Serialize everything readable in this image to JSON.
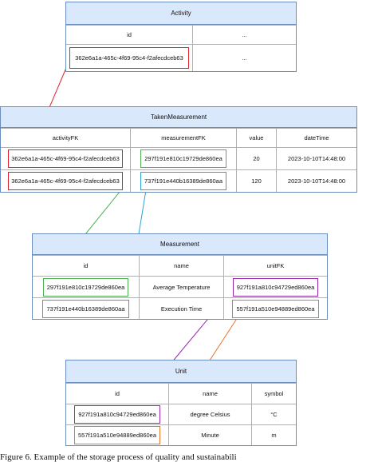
{
  "colors": {
    "header_fill": "#dae8fc",
    "header_border": "#6c8ebf",
    "link_red": "#e0242b",
    "link_green": "#4caf50",
    "link_blue": "#29a3d8",
    "link_purple": "#9b27b0",
    "link_orange": "#e8742a"
  },
  "activity": {
    "title": "Activity",
    "headers": [
      "id",
      "..."
    ],
    "rows": [
      [
        "362e6a1a-465c-4f69-95c4-f2afecdceb63",
        "..."
      ]
    ]
  },
  "taken_measurement": {
    "title": "TakenMeasurement",
    "headers": [
      "activityFK",
      "measurementFK",
      "value",
      "dateTime"
    ],
    "rows": [
      [
        "362e6a1a-465c-4f69-95c4-f2afecdceb63",
        "297f191e810c19729de860ea",
        "20",
        "2023-10-10T14:48:00"
      ],
      [
        "362e6a1a-465c-4f69-95c4-f2afecdceb63",
        "737f191e440b16389de860aa",
        "120",
        "2023-10-10T14:48:00"
      ]
    ]
  },
  "measurement": {
    "title": "Measurement",
    "headers": [
      "id",
      "name",
      "unitFK"
    ],
    "rows": [
      [
        "297f191e810c19729de860ea",
        "Average Temperature",
        "927f191a810c94729ed860ea"
      ],
      [
        "737f191e440b16389de860aa",
        "Execution Time",
        "557f191a510e94889ed860ea"
      ]
    ]
  },
  "unit": {
    "title": "Unit",
    "headers": [
      "id",
      "name",
      "symbol"
    ],
    "rows": [
      [
        "927f191a810c94729ed860ea",
        "degree Celsius",
        "°C"
      ],
      [
        "557f191a510e94889ed860ea",
        "Minute",
        "m"
      ]
    ]
  },
  "caption": "Figure 6. Example of the storage process of quality and sustainabili"
}
